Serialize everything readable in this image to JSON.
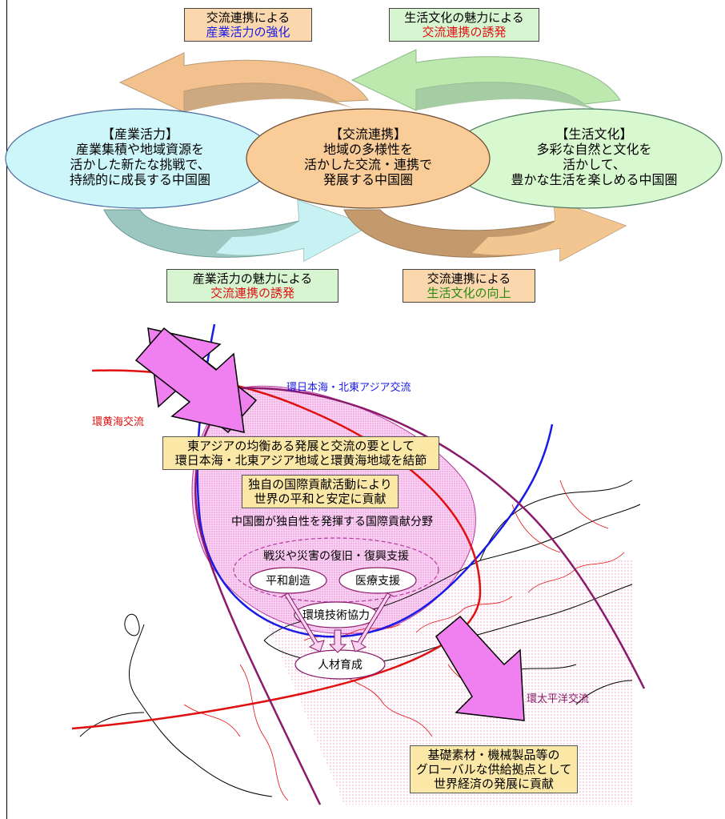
{
  "top": {
    "box_tl": {
      "line1": "交流連携による",
      "line2": "産業活力の強化"
    },
    "box_tr": {
      "line1": "生活文化の魅力による",
      "line2": "交流連携の誘発"
    },
    "box_bl": {
      "line1": "産業活力の魅力による",
      "line2": "交流連携の誘発"
    },
    "box_br": {
      "line1": "交流連携による",
      "line2": "生活文化の向上"
    },
    "left_ellipse": {
      "title": "【産業活力】",
      "line1": "産業集積や地域資源を",
      "line2": "活かした新たな挑戦で、",
      "line3": "持続的に成長する中国圏"
    },
    "center_ellipse": {
      "title": "【交流連携】",
      "line1": "地域の多様性を",
      "line2": "活かした交流・連携で",
      "line3": "発展する中国圏"
    },
    "right_ellipse": {
      "title": "【生活文化】",
      "line1": "多彩な自然と文化を",
      "line2": "活かして、",
      "line3": "豊かな生活を楽しめる中国圏"
    }
  },
  "map": {
    "label_blue": "環日本海・北東アジア交流",
    "label_red": "環黄海交流",
    "label_purple": "環太平洋交流",
    "box_main": {
      "line1": "東アジアの均衡ある発展と交流の要として",
      "line2": "環日本海・北東アジア地域と環黄海地域を結節"
    },
    "box_contrib": {
      "line1": "独自の国際貢献活動により",
      "line2": "世界の平和と安定に貢献"
    },
    "field_title": "中国圏が独自性を発揮する国際貢献分野",
    "fields": {
      "recovery": "戦災や災害の復旧・復興支援",
      "peace": "平和創造",
      "medical": "医療支援",
      "env": "環境技術協力",
      "hr": "人材育成"
    },
    "box_supply": {
      "line1": "基礎素材・機械製品等の",
      "line2": "グローバルな供給拠点として",
      "line3": "世界経済の発展に貢献"
    }
  },
  "colors": {
    "orange_arrow": "#f3c18e",
    "brown_arrow": "#c49a6c",
    "green_arrow": "#bde8ae",
    "teal_arrow": "#9cc7c0",
    "cyan_ellipse": "#cdf6fb",
    "orange_ellipse": "#f9cc98",
    "green_ellipse": "#d8f8cf",
    "magenta": "#f07ff0",
    "blue_curve": "#1a1ae6",
    "red_curve": "#e01010",
    "purple_curve": "#8a1a6a"
  }
}
